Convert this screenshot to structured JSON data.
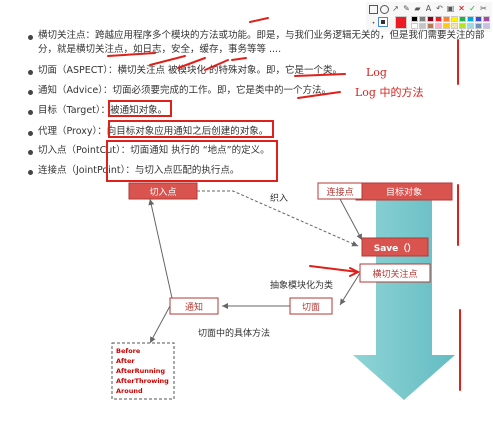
{
  "toolbar": {
    "icons": [
      "square-icon",
      "circle-icon",
      "arrow-icon",
      "pen-icon",
      "marker-icon",
      "text-icon",
      "undo-icon",
      "save-icon",
      "close-icon",
      "check-icon",
      "pin-icon",
      "dot-icon",
      "size-icon",
      "current-color-swatch"
    ],
    "text_glyph": "A",
    "colors": [
      "#000000",
      "#7f7f7f",
      "#880015",
      "#ed1c24",
      "#ff7f27",
      "#fff200",
      "#22b14c",
      "#00a2e8",
      "#3f48cc",
      "#a349a4",
      "#ffffff",
      "#c3c3c3",
      "#b97a57",
      "#ffaec9",
      "#ffc90e",
      "#efe4b0",
      "#b5e61d",
      "#99d9ea",
      "#7092be",
      "#c8bfe7"
    ]
  },
  "list": [
    {
      "text": "横切关注点：跨越应用程序多个模块的方法或功能。即是，与我们业务逻辑无关的，但是我们需要关注的部"
    },
    {
      "text": "分，就是横切关注点，如日志，安全，缓存，事务等等 ...."
    },
    {
      "text": "切面（ASPECT）：横切关注点 被模块化 的特殊对象。即，它是一个类。"
    },
    {
      "text": "通知（Advice）：切面必须要完成的工作。即，它是类中的一个方法。"
    },
    {
      "text": "目标（Target）：被通知对象。"
    },
    {
      "text": "代理（Proxy）：向目标对象应用通知之后创建的对象。"
    },
    {
      "text": "切入点（PointCut）：切面通知 执行的 “地点”的定义。"
    },
    {
      "text": "连接点（JointPoint）：与切入点匹配的执行点。"
    }
  ],
  "annotations": {
    "log": "Log",
    "log_method": "Log  中的方法"
  },
  "diagram": {
    "target": "目标对象",
    "pointcut": "切入点",
    "weave": "织入",
    "joinpoint": "连接点",
    "save": "Save（）",
    "crosscut": "横切关注点",
    "modularize": "抽象模块化为类",
    "aspect": "切面",
    "advice": "通知",
    "concrete": "切面中的具体方法",
    "advice_types": [
      "Before",
      "After",
      "AfterRunning",
      "AfterThrowing",
      "Around"
    ]
  }
}
